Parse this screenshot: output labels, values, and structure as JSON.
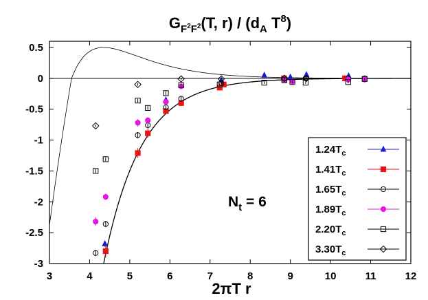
{
  "chart_data": {
    "type": "scatter",
    "title": "G_{F²F²}(T, r) / (d_A T⁸)",
    "xlabel": "2πT r",
    "ylabel": "",
    "xlim": [
      3,
      12
    ],
    "ylim": [
      -3,
      0.6
    ],
    "x_ticks": [
      3,
      4,
      5,
      6,
      7,
      8,
      9,
      10,
      11,
      12
    ],
    "y_ticks": [
      0.5,
      0,
      -0.5,
      -1,
      -1.5,
      -2,
      -2.5,
      -3
    ],
    "x_tick_labels": [
      "3",
      "4",
      "5",
      "6",
      "7",
      "8",
      "9",
      "10",
      "11",
      "12"
    ],
    "y_tick_labels": [
      "0.5",
      "0",
      "-0.5",
      "-1",
      "-1.5",
      "-2",
      "-2.5",
      "-3"
    ],
    "annotation": "N_t = 6",
    "legend_position": "bottom-right",
    "grid": false,
    "series": [
      {
        "name": "1.24T_c",
        "marker": "triangle-filled",
        "color": "#1c1ccf",
        "x": [
          4.38,
          5.9,
          7.28,
          8.35,
          9.0,
          9.4,
          10.45
        ],
        "y": [
          -2.68,
          -0.35,
          -0.03,
          0.05,
          0.02,
          0.06,
          0.04
        ],
        "err": [
          0.05,
          0.03,
          0.02,
          0.02,
          0.02,
          0.02,
          0.02
        ]
      },
      {
        "name": "1.41T_c",
        "marker": "square-filled",
        "color": "#e5161b",
        "x": [
          4.4,
          5.2,
          5.45,
          5.9,
          6.28,
          7.24,
          7.34,
          8.84,
          10.36
        ],
        "y": [
          -2.8,
          -1.21,
          -0.89,
          -0.53,
          -0.4,
          -0.15,
          -0.1,
          0.0,
          0.0
        ],
        "err": [
          0.1,
          0.08,
          0.07,
          0.05,
          0.05,
          0.04,
          0.03,
          0.03,
          0.03
        ]
      },
      {
        "name": "1.65T_c",
        "marker": "circle-open",
        "color": "#000000",
        "x": [
          4.15,
          4.4,
          5.2,
          5.45,
          5.9,
          6.28,
          7.28,
          8.85,
          9.38,
          10.44,
          10.85
        ],
        "y": [
          -2.83,
          -2.36,
          -0.92,
          -0.76,
          -0.47,
          -0.33,
          -0.08,
          0.0,
          0.0,
          0.0,
          0.0
        ],
        "err": [
          0.05,
          0.05,
          0.05,
          0.05,
          0.03,
          0.03,
          0.02,
          0.02,
          0.02,
          0.02,
          0.02
        ]
      },
      {
        "name": "1.89T_c",
        "marker": "circle-filled",
        "color": "#e616e6",
        "x": [
          4.15,
          4.4,
          5.2,
          5.45,
          5.9,
          6.28,
          8.85,
          9.05,
          10.44,
          10.85
        ],
        "y": [
          -2.32,
          -1.92,
          -0.72,
          -0.68,
          -0.38,
          -0.13,
          -0.03,
          -0.05,
          -0.02,
          -0.02
        ],
        "err": [
          0.07,
          0.05,
          0.06,
          0.05,
          0.04,
          0.04,
          0.03,
          0.03,
          0.03,
          0.03
        ]
      },
      {
        "name": "2.20T_c",
        "marker": "square-open",
        "color": "#000000",
        "x": [
          4.15,
          4.4,
          5.2,
          5.45,
          5.9,
          6.28,
          7.24,
          8.35,
          8.85,
          9.05,
          9.38,
          10.44,
          10.85
        ],
        "y": [
          -1.5,
          -1.31,
          -0.36,
          -0.48,
          -0.24,
          -0.11,
          -0.1,
          -0.07,
          -0.03,
          -0.06,
          -0.07,
          -0.06,
          -0.01
        ],
        "err": [
          0.03,
          0.03,
          0.03,
          0.03,
          0.03,
          0.02,
          0.02,
          0.02,
          0.02,
          0.02,
          0.02,
          0.02,
          0.02
        ]
      },
      {
        "name": "3.30T_c",
        "marker": "diamond-open",
        "color": "#000000",
        "x": [
          4.15,
          5.2,
          6.28,
          7.28,
          8.85,
          9.4
        ],
        "y": [
          -0.77,
          -0.1,
          -0.01,
          -0.01,
          0.0,
          0.0
        ],
        "err": [
          0.02,
          0.02,
          0.02,
          0.02,
          0.02,
          0.02
        ]
      }
    ]
  }
}
